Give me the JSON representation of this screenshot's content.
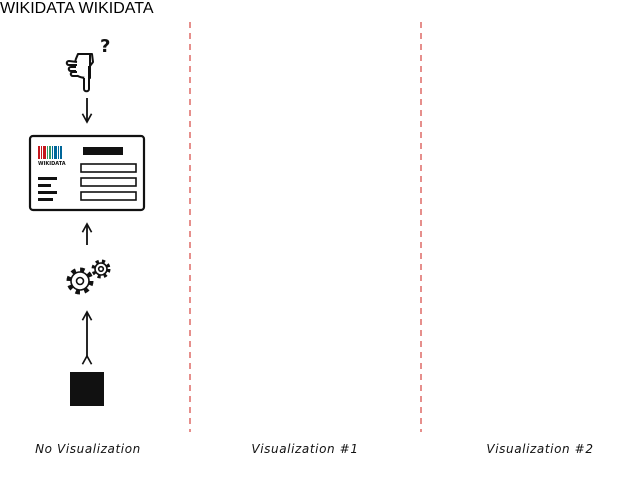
{
  "panels": [
    {
      "caption": "No Visualization",
      "question_mark": "?",
      "has_eye": false,
      "overlay_pattern": "none"
    },
    {
      "caption": "Visualization #1",
      "has_eye": true,
      "overlay_pattern": "hatched"
    },
    {
      "caption": "Visualization #2",
      "has_eye": true,
      "overlay_pattern": "dotted"
    }
  ],
  "logo_text": "WIKIDATA",
  "icons": [
    "pointing-hand-icon",
    "eye-icon",
    "gears-icon",
    "database-block-icon",
    "wikidata-logo-icon"
  ],
  "colors": {
    "ink": "#111111",
    "divider": "#d9534f",
    "logo_red": "#c4161c",
    "logo_green": "#339966",
    "logo_blue": "#006699"
  }
}
